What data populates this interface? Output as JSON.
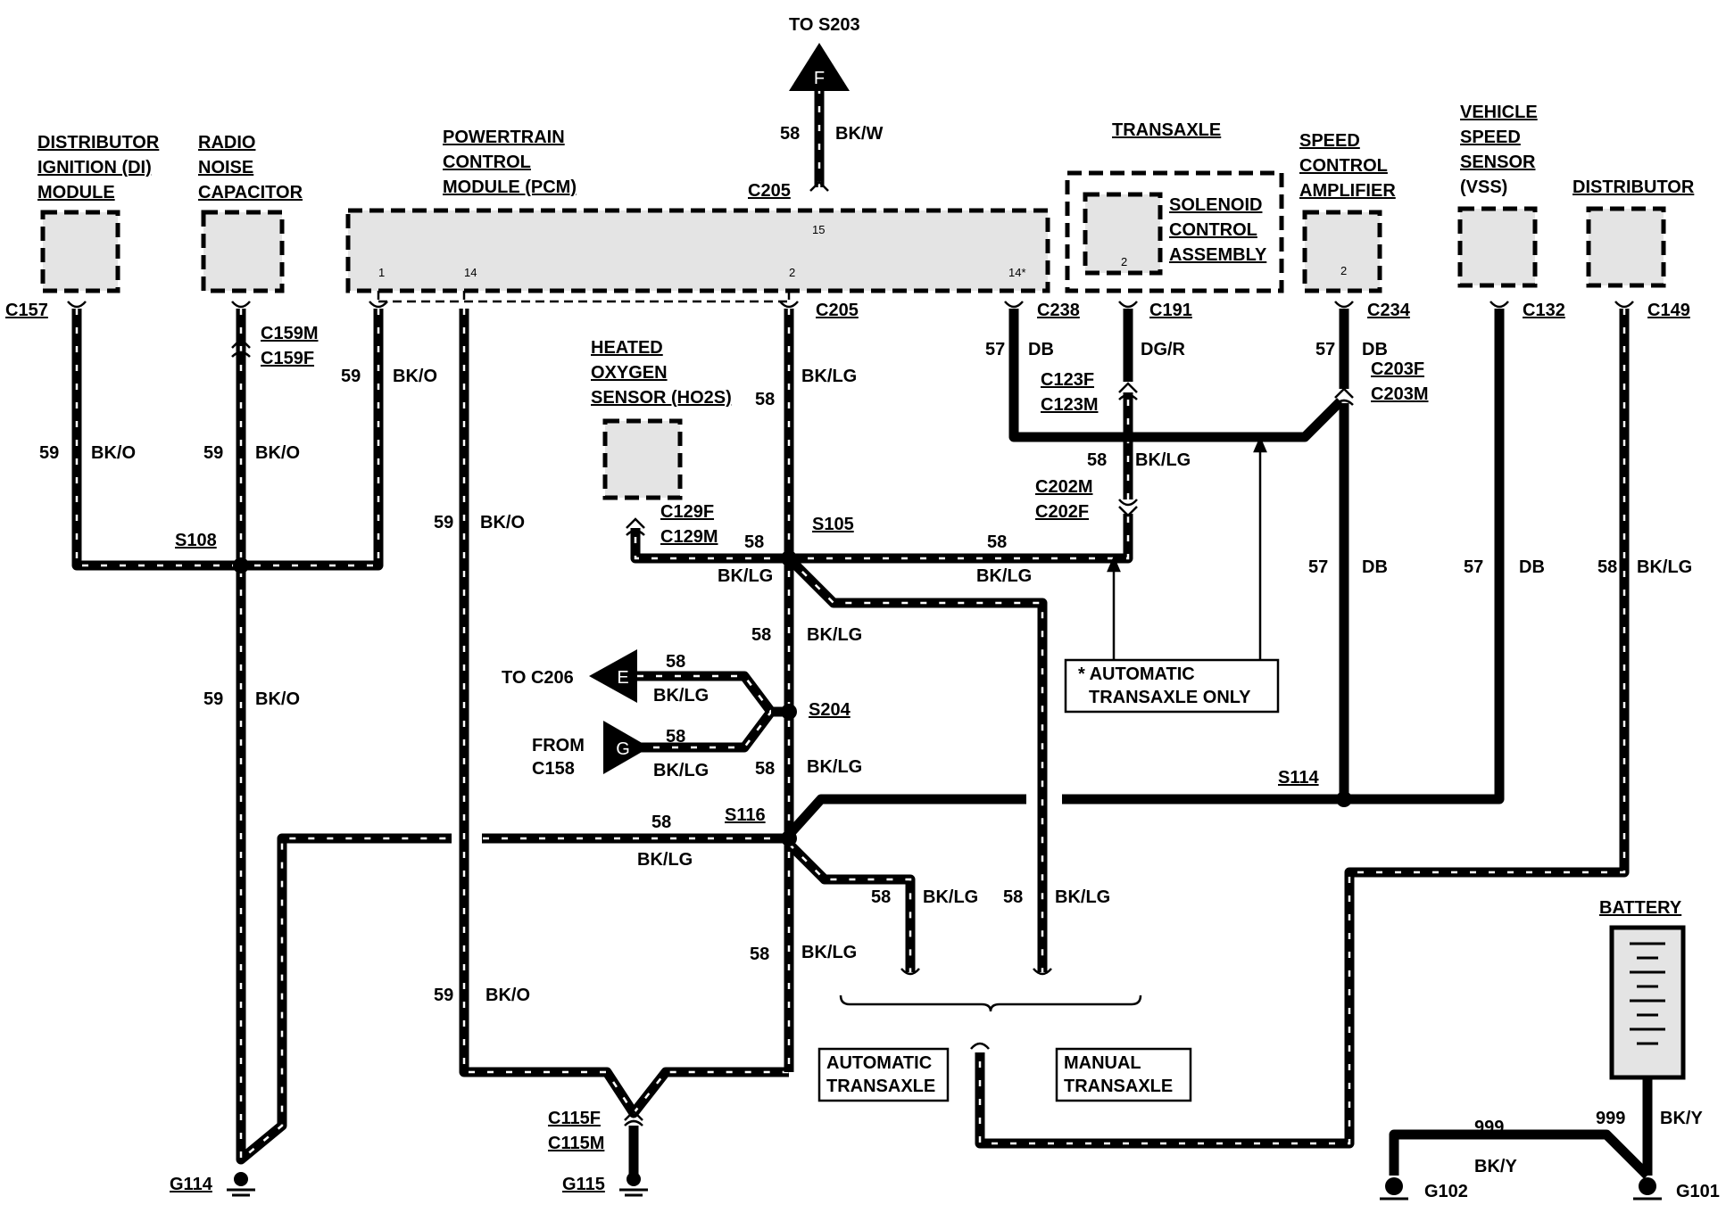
{
  "to_s203": "TO S203",
  "arrow_f": "F",
  "arrow_e": "E",
  "arrow_g": "G",
  "to_c206": "TO C206",
  "from": "FROM",
  "c158": "C158",
  "components": {
    "di_l1": "DISTRIBUTOR",
    "di_l2": "IGNITION (DI)",
    "di_l3": "MODULE",
    "rnc_l1": "RADIO",
    "rnc_l2": "NOISE",
    "rnc_l3": "CAPACITOR",
    "pcm_l1": "POWERTRAIN",
    "pcm_l2": "CONTROL",
    "pcm_l3": "MODULE (PCM)",
    "transaxle": "TRANSAXLE",
    "sol_l1": "SOLENOID",
    "sol_l2": "CONTROL",
    "sol_l3": "ASSEMBLY",
    "sca_l1": "SPEED",
    "sca_l2": "CONTROL",
    "sca_l3": "AMPLIFIER",
    "vss_l1": "VEHICLE",
    "vss_l2": "SPEED",
    "vss_l3": "SENSOR",
    "vss_l4": "(VSS)",
    "distributor": "DISTRIBUTOR",
    "ho2s_l1": "HEATED",
    "ho2s_l2": "OXYGEN",
    "ho2s_l3": "SENSOR (HO2S)",
    "battery": "BATTERY"
  },
  "pins": {
    "p1": "1",
    "p14": "14",
    "p2": "2",
    "p15": "15",
    "p14s": "14*",
    "sol2": "2",
    "sca2": "2"
  },
  "connectors": {
    "c157": "C157",
    "c159m": "C159M",
    "c159f": "C159F",
    "c205_top": "C205",
    "c205_bot": "C205",
    "c238": "C238",
    "c191": "C191",
    "c234": "C234",
    "c132": "C132",
    "c149": "C149",
    "c123f": "C123F",
    "c123m": "C123M",
    "c203f": "C203F",
    "c203m": "C203M",
    "c202m": "C202M",
    "c202f": "C202F",
    "c129f": "C129F",
    "c129m": "C129M",
    "c115f": "C115F",
    "c115m": "C115M"
  },
  "splices": {
    "s108": "S108",
    "s105": "S105",
    "s204": "S204",
    "s116": "S116",
    "s114": "S114"
  },
  "grounds": {
    "g114": "G114",
    "g115": "G115",
    "g102": "G102",
    "g101": "G101"
  },
  "wires": {
    "c58": "58",
    "c59": "59",
    "c57": "57",
    "c999": "999",
    "bkw": "BK/W",
    "bko": "BK/O",
    "bklg": "BK/LG",
    "db": "DB",
    "dgr": "DG/R",
    "bky": "BK/Y"
  },
  "notes": {
    "auto_only_l1": "* AUTOMATIC",
    "auto_only_l2": "TRANSAXLE ONLY",
    "auto_l1": "AUTOMATIC",
    "auto_l2": "TRANSAXLE",
    "man_l1": "MANUAL",
    "man_l2": "TRANSAXLE"
  }
}
